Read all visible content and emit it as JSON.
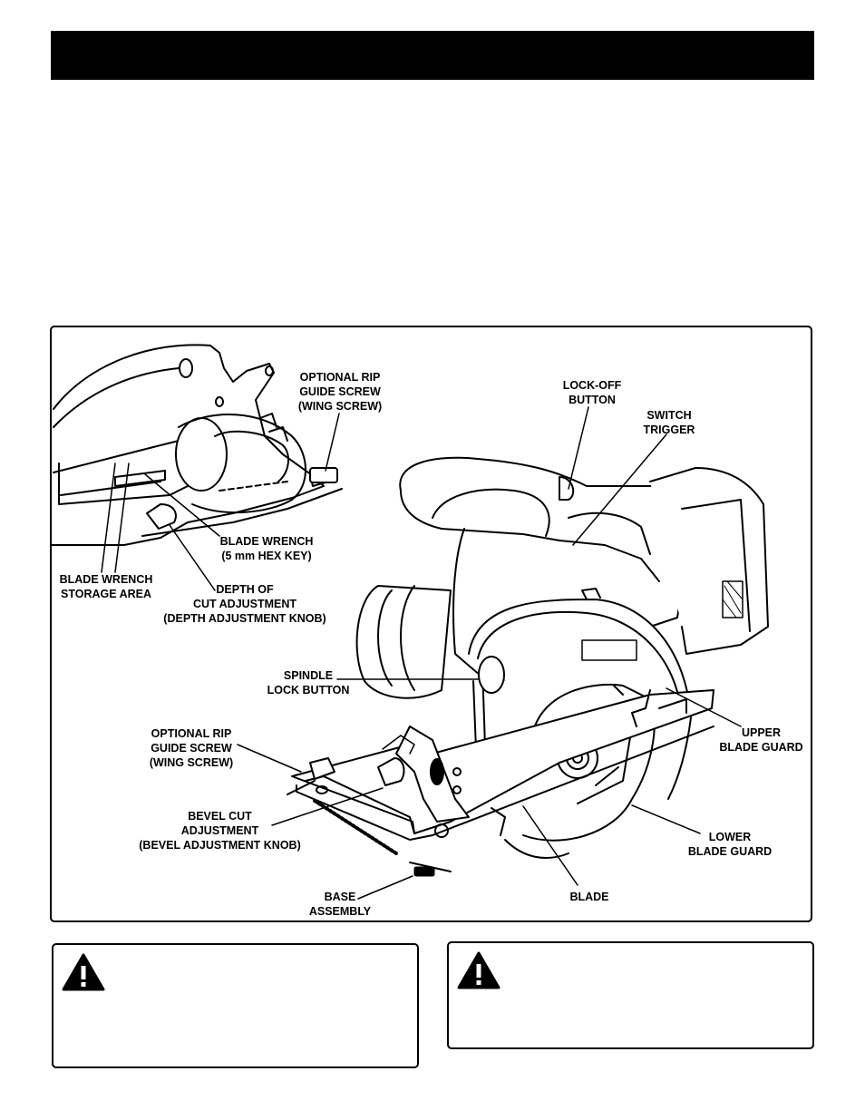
{
  "labels": {
    "rip_guide_top": [
      "OPTIONAL RIP",
      "GUIDE SCREW",
      "(WING SCREW)"
    ],
    "lock_off": [
      "LOCK-OFF",
      "BUTTON"
    ],
    "switch_trigger": [
      "SWITCH",
      "TRIGGER"
    ],
    "blade_wrench": [
      "BLADE WRENCH",
      "(5 mm HEX KEY)"
    ],
    "wrench_storage": [
      "BLADE WRENCH",
      "STORAGE AREA"
    ],
    "depth_cut": [
      "DEPTH OF",
      "CUT ADJUSTMENT",
      "(DEPTH ADJUSTMENT KNOB)"
    ],
    "spindle_lock": [
      "SPINDLE",
      "LOCK BUTTON"
    ],
    "upper_guard": [
      "UPPER",
      "BLADE GUARD"
    ],
    "rip_guide_bottom": [
      "OPTIONAL RIP",
      "GUIDE SCREW",
      "(WING SCREW)"
    ],
    "bevel_cut": [
      "BEVEL CUT",
      "ADJUSTMENT",
      "(BEVEL ADJUSTMENT KNOB)"
    ],
    "lower_guard": [
      "LOWER",
      "BLADE GUARD"
    ],
    "base_assembly": [
      "BASE",
      "ASSEMBLY"
    ],
    "blade": [
      "BLADE"
    ]
  },
  "icons": {
    "warning": "warning-triangle-icon"
  },
  "colors": {
    "ink": "#000000",
    "paper": "#ffffff"
  }
}
